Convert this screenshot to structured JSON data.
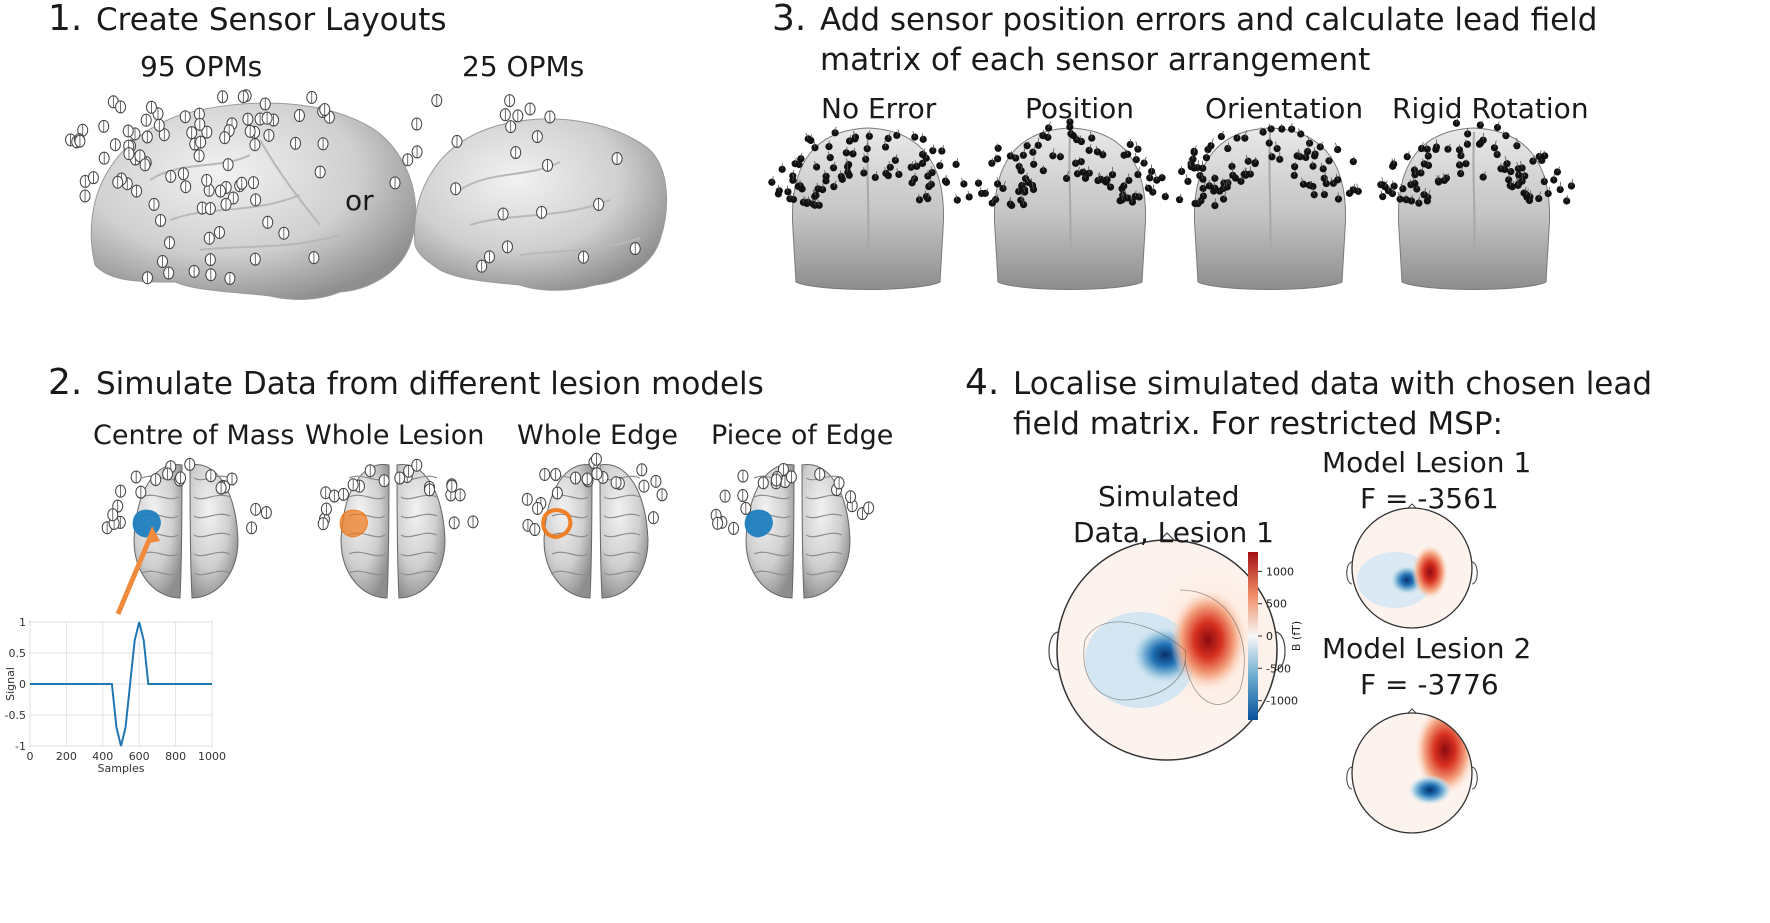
{
  "steps": {
    "s1": {
      "num": "1.",
      "title": "Create Sensor Layouts",
      "left_label": "95 OPMs",
      "right_label": "25 OPMs",
      "or": "or"
    },
    "s2": {
      "num": "2.",
      "title": "Simulate Data from different lesion models",
      "models": [
        "Centre of Mass",
        "Whole Lesion",
        "Whole Edge",
        "Piece of Edge"
      ]
    },
    "s3": {
      "num": "3.",
      "title_line1": "Add sensor position errors and calculate lead field",
      "title_line2": "matrix of each sensor arrangement",
      "conditions": [
        "No Error",
        "Position",
        "Orientation",
        "Rigid Rotation"
      ]
    },
    "s4": {
      "num": "4.",
      "title_line1": "Localise simulated data with chosen lead",
      "title_line2": "field matrix. For restricted MSP:",
      "sim_line1": "Simulated",
      "sim_line2": "Data, Lesion 1",
      "model1_line1": "Model Lesion 1",
      "model1_line2": "F = -3561",
      "model2_line1": "Model Lesion 2",
      "model2_line2": "F = -3776",
      "colorbar_label": "B (fT)",
      "colorbar_ticks": [
        "1000",
        "500",
        "0",
        "-500",
        "-1000"
      ]
    }
  },
  "chart_data": {
    "type": "line",
    "xlabel": "Samples",
    "ylabel": "Signal",
    "xlim": [
      0,
      1000
    ],
    "ylim": [
      -1,
      1
    ],
    "xticks": [
      "0",
      "200",
      "400",
      "600",
      "800",
      "1000"
    ],
    "yticks": [
      "1",
      "0.5",
      "0",
      "-0.5",
      "-1"
    ],
    "grid": true,
    "series": [
      {
        "x": [
          0,
          450,
          475,
          500,
          525,
          550,
          575,
          600,
          625,
          650,
          1000
        ],
        "values": [
          0,
          0,
          -0.7,
          -1,
          -0.7,
          0,
          0.7,
          1,
          0.7,
          0,
          0
        ],
        "color": "#1f77b4"
      }
    ]
  },
  "colors": {
    "lesion_blue": "#1f7fc0",
    "lesion_orange": "#f07a1c",
    "arrow": "#f08a3c",
    "signal": "#1f77b4"
  }
}
